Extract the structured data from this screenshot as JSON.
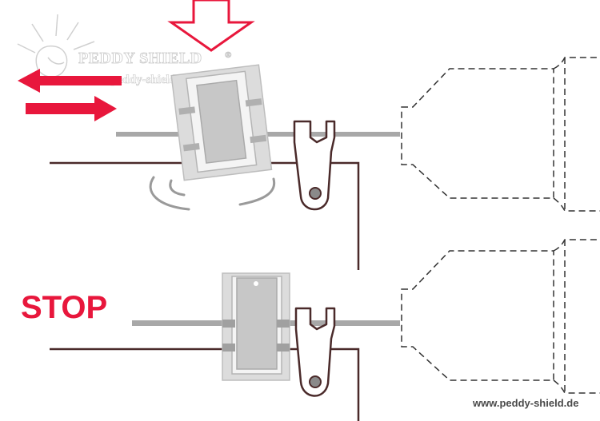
{
  "logo": {
    "name": "PEDDY SHIELD",
    "registered_mark": "®",
    "url": "www.peddy-shield.de"
  },
  "labels": {
    "stop": "STOP"
  },
  "footer": {
    "url": "www.peddy-shield.de"
  },
  "colors": {
    "arrow_red": "#e8173c",
    "line_dark": "#4a2a2a",
    "rod_gray": "#a8a8a8",
    "block_gray": "#d4d4d4",
    "dashed_outline": "#333333"
  },
  "icons": {
    "press_arrow": "down-arrow-outline-icon",
    "motion_arrows": "left-right-arrows-icon",
    "vibration_marks": "vibration-arc-icon"
  }
}
